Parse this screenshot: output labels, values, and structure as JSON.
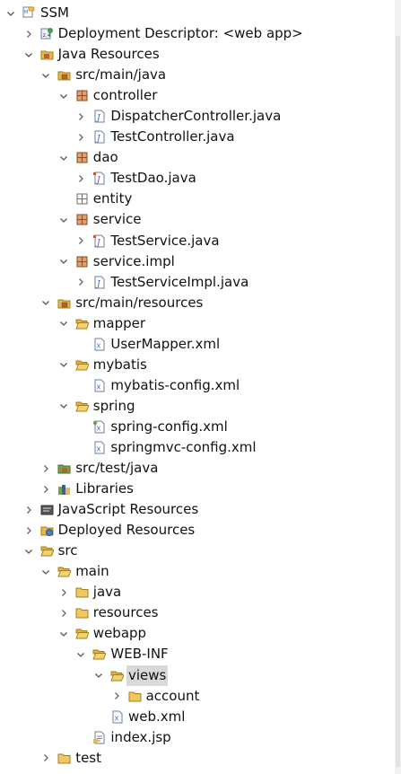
{
  "tree": [
    {
      "label": "SSM",
      "depth": 0,
      "toggle": "expanded",
      "icon": "project-icon",
      "name": "tree-item-ssm"
    },
    {
      "label": "Deployment Descriptor: <web app>",
      "depth": 1,
      "toggle": "collapsed",
      "icon": "deployment-descriptor-icon",
      "name": "tree-item-deployment-descriptor"
    },
    {
      "label": "Java Resources",
      "depth": 1,
      "toggle": "expanded",
      "icon": "java-resources-icon",
      "name": "tree-item-java-resources"
    },
    {
      "label": "src/main/java",
      "depth": 2,
      "toggle": "expanded",
      "icon": "source-folder-icon",
      "name": "tree-item-src-main-java"
    },
    {
      "label": "controller",
      "depth": 3,
      "toggle": "expanded",
      "icon": "package-icon",
      "name": "tree-item-controller"
    },
    {
      "label": "DispatcherController.java",
      "depth": 4,
      "toggle": "collapsed",
      "icon": "java-file-icon",
      "name": "tree-item-dispatcher-controller"
    },
    {
      "label": "TestController.java",
      "depth": 4,
      "toggle": "collapsed",
      "icon": "java-file-icon",
      "name": "tree-item-test-controller"
    },
    {
      "label": "dao",
      "depth": 3,
      "toggle": "expanded",
      "icon": "package-icon",
      "name": "tree-item-dao"
    },
    {
      "label": "TestDao.java",
      "depth": 4,
      "toggle": "collapsed",
      "icon": "java-interface-icon",
      "name": "tree-item-test-dao"
    },
    {
      "label": "entity",
      "depth": 3,
      "toggle": "none",
      "icon": "empty-package-icon",
      "name": "tree-item-entity"
    },
    {
      "label": "service",
      "depth": 3,
      "toggle": "expanded",
      "icon": "package-icon",
      "name": "tree-item-service"
    },
    {
      "label": "TestService.java",
      "depth": 4,
      "toggle": "collapsed",
      "icon": "java-interface-icon",
      "name": "tree-item-test-service"
    },
    {
      "label": "service.impl",
      "depth": 3,
      "toggle": "expanded",
      "icon": "package-icon",
      "name": "tree-item-service-impl"
    },
    {
      "label": "TestServiceImpl.java",
      "depth": 4,
      "toggle": "collapsed",
      "icon": "java-file-icon",
      "name": "tree-item-test-service-impl"
    },
    {
      "label": "src/main/resources",
      "depth": 2,
      "toggle": "expanded",
      "icon": "source-folder-icon",
      "name": "tree-item-src-main-resources"
    },
    {
      "label": "mapper",
      "depth": 3,
      "toggle": "expanded",
      "icon": "folder-open-icon",
      "name": "tree-item-mapper"
    },
    {
      "label": "UserMapper.xml",
      "depth": 4,
      "toggle": "none",
      "icon": "xml-file-icon",
      "name": "tree-item-usermapper-xml"
    },
    {
      "label": "mybatis",
      "depth": 3,
      "toggle": "expanded",
      "icon": "folder-open-icon",
      "name": "tree-item-mybatis"
    },
    {
      "label": "mybatis-config.xml",
      "depth": 4,
      "toggle": "none",
      "icon": "xml-file-icon",
      "name": "tree-item-mybatis-config-xml"
    },
    {
      "label": "spring",
      "depth": 3,
      "toggle": "expanded",
      "icon": "folder-open-icon",
      "name": "tree-item-spring"
    },
    {
      "label": "spring-config.xml",
      "depth": 4,
      "toggle": "none",
      "icon": "spring-xml-file-icon",
      "name": "tree-item-spring-config-xml"
    },
    {
      "label": "springmvc-config.xml",
      "depth": 4,
      "toggle": "none",
      "icon": "xml-file-icon",
      "name": "tree-item-springmvc-config-xml"
    },
    {
      "label": "src/test/java",
      "depth": 2,
      "toggle": "collapsed",
      "icon": "test-source-folder-icon",
      "name": "tree-item-src-test-java"
    },
    {
      "label": "Libraries",
      "depth": 2,
      "toggle": "collapsed",
      "icon": "libraries-icon",
      "name": "tree-item-libraries"
    },
    {
      "label": "JavaScript Resources",
      "depth": 1,
      "toggle": "collapsed",
      "icon": "javascript-resources-icon",
      "name": "tree-item-javascript-resources"
    },
    {
      "label": "Deployed Resources",
      "depth": 1,
      "toggle": "collapsed",
      "icon": "deployed-resources-icon",
      "name": "tree-item-deployed-resources"
    },
    {
      "label": "src",
      "depth": 1,
      "toggle": "expanded",
      "icon": "folder-open-icon",
      "name": "tree-item-src"
    },
    {
      "label": "main",
      "depth": 2,
      "toggle": "expanded",
      "icon": "folder-open-icon",
      "name": "tree-item-main"
    },
    {
      "label": "java",
      "depth": 3,
      "toggle": "collapsed",
      "icon": "folder-icon",
      "name": "tree-item-java"
    },
    {
      "label": "resources",
      "depth": 3,
      "toggle": "collapsed",
      "icon": "folder-icon",
      "name": "tree-item-resources"
    },
    {
      "label": "webapp",
      "depth": 3,
      "toggle": "expanded",
      "icon": "folder-open-icon",
      "name": "tree-item-webapp"
    },
    {
      "label": "WEB-INF",
      "depth": 4,
      "toggle": "expanded",
      "icon": "folder-open-icon",
      "name": "tree-item-web-inf"
    },
    {
      "label": "views",
      "depth": 5,
      "toggle": "expanded",
      "icon": "folder-open-icon",
      "name": "tree-item-views",
      "selected": true
    },
    {
      "label": "account",
      "depth": 6,
      "toggle": "collapsed",
      "icon": "folder-icon",
      "name": "tree-item-account"
    },
    {
      "label": "web.xml",
      "depth": 5,
      "toggle": "none",
      "icon": "xml-file-icon",
      "name": "tree-item-web-xml"
    },
    {
      "label": "index.jsp",
      "depth": 4,
      "toggle": "none",
      "icon": "jsp-file-icon",
      "name": "tree-item-index-jsp"
    },
    {
      "label": "test",
      "depth": 2,
      "toggle": "collapsed",
      "icon": "folder-icon",
      "name": "tree-item-test"
    }
  ],
  "colors": {
    "selection": "#d9d9d9",
    "package": "#b5623a",
    "folder": "#e7b94a",
    "java": "#3b5fa6"
  }
}
